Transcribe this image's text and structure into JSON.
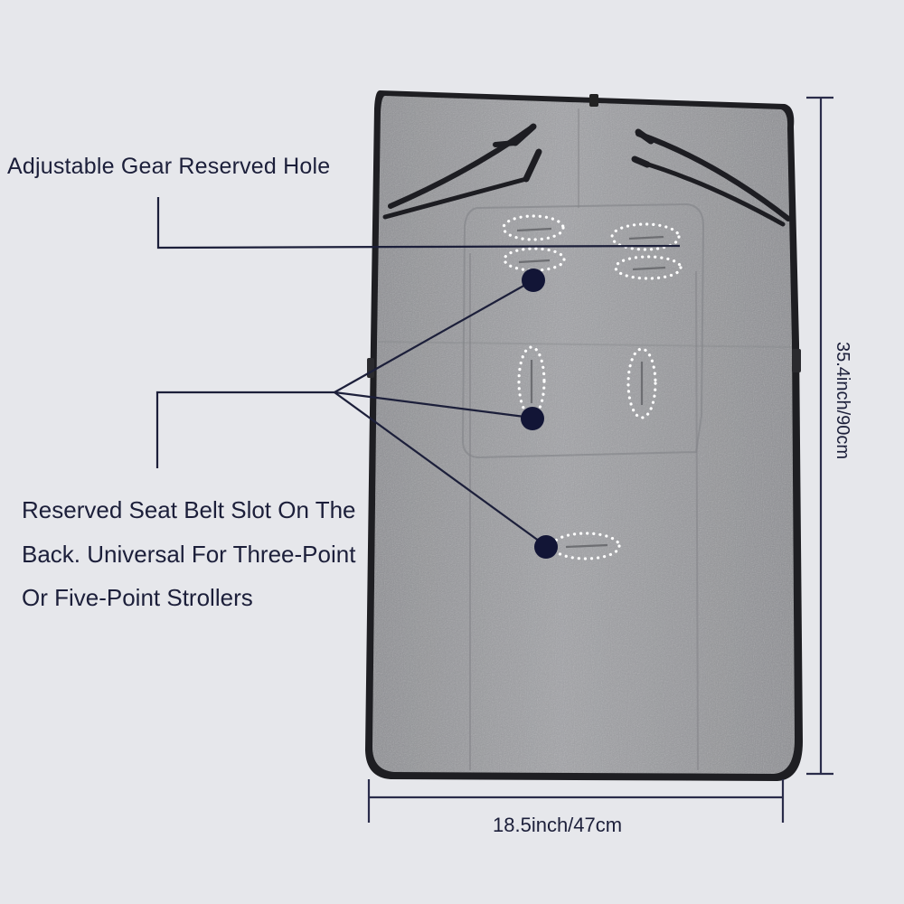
{
  "annotations": {
    "gear_hole": "Adjustable Gear Reserved Hole",
    "seat_belt_slot": "Reserved Seat Belt Slot On The Back. Universal For Three-Point Or Five-Point Strollers"
  },
  "dimensions": {
    "length": "35.4inch/90cm",
    "width": "18.5inch/47cm"
  },
  "colors": {
    "background": "#e6e7eb",
    "fabric": "#9a9b9f",
    "edging": "#1e1e22",
    "callout": "#1c1f3a",
    "dimension_line": "#2a2c4a",
    "hole_outline": "#ffffff"
  }
}
